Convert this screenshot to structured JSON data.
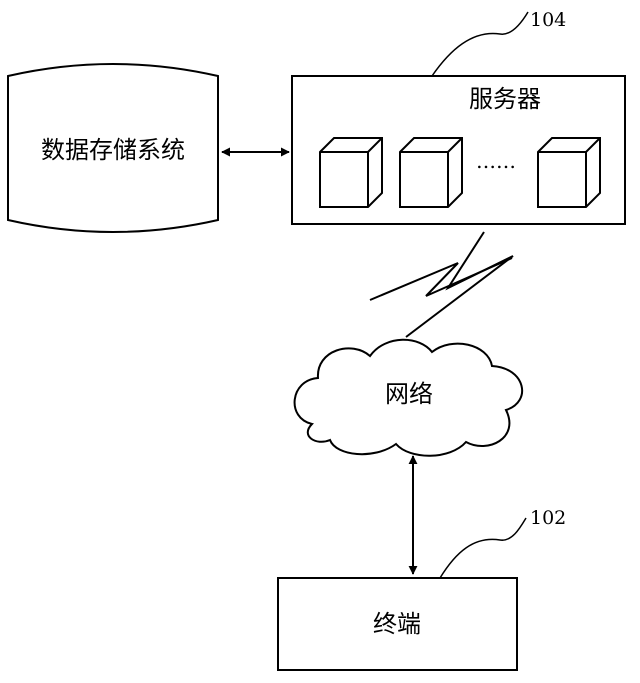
{
  "diagram": {
    "storage": {
      "label": "数据存储系统"
    },
    "server": {
      "label": "服务器",
      "ref": "104",
      "ellipsis": "……"
    },
    "network": {
      "label": "网络"
    },
    "terminal": {
      "label": "终端",
      "ref": "102"
    },
    "edges": [
      {
        "from": "storage",
        "to": "server",
        "style": "double-arrow"
      },
      {
        "from": "server",
        "to": "network",
        "style": "wireless-link"
      },
      {
        "from": "network",
        "to": "terminal",
        "style": "double-arrow"
      }
    ]
  }
}
